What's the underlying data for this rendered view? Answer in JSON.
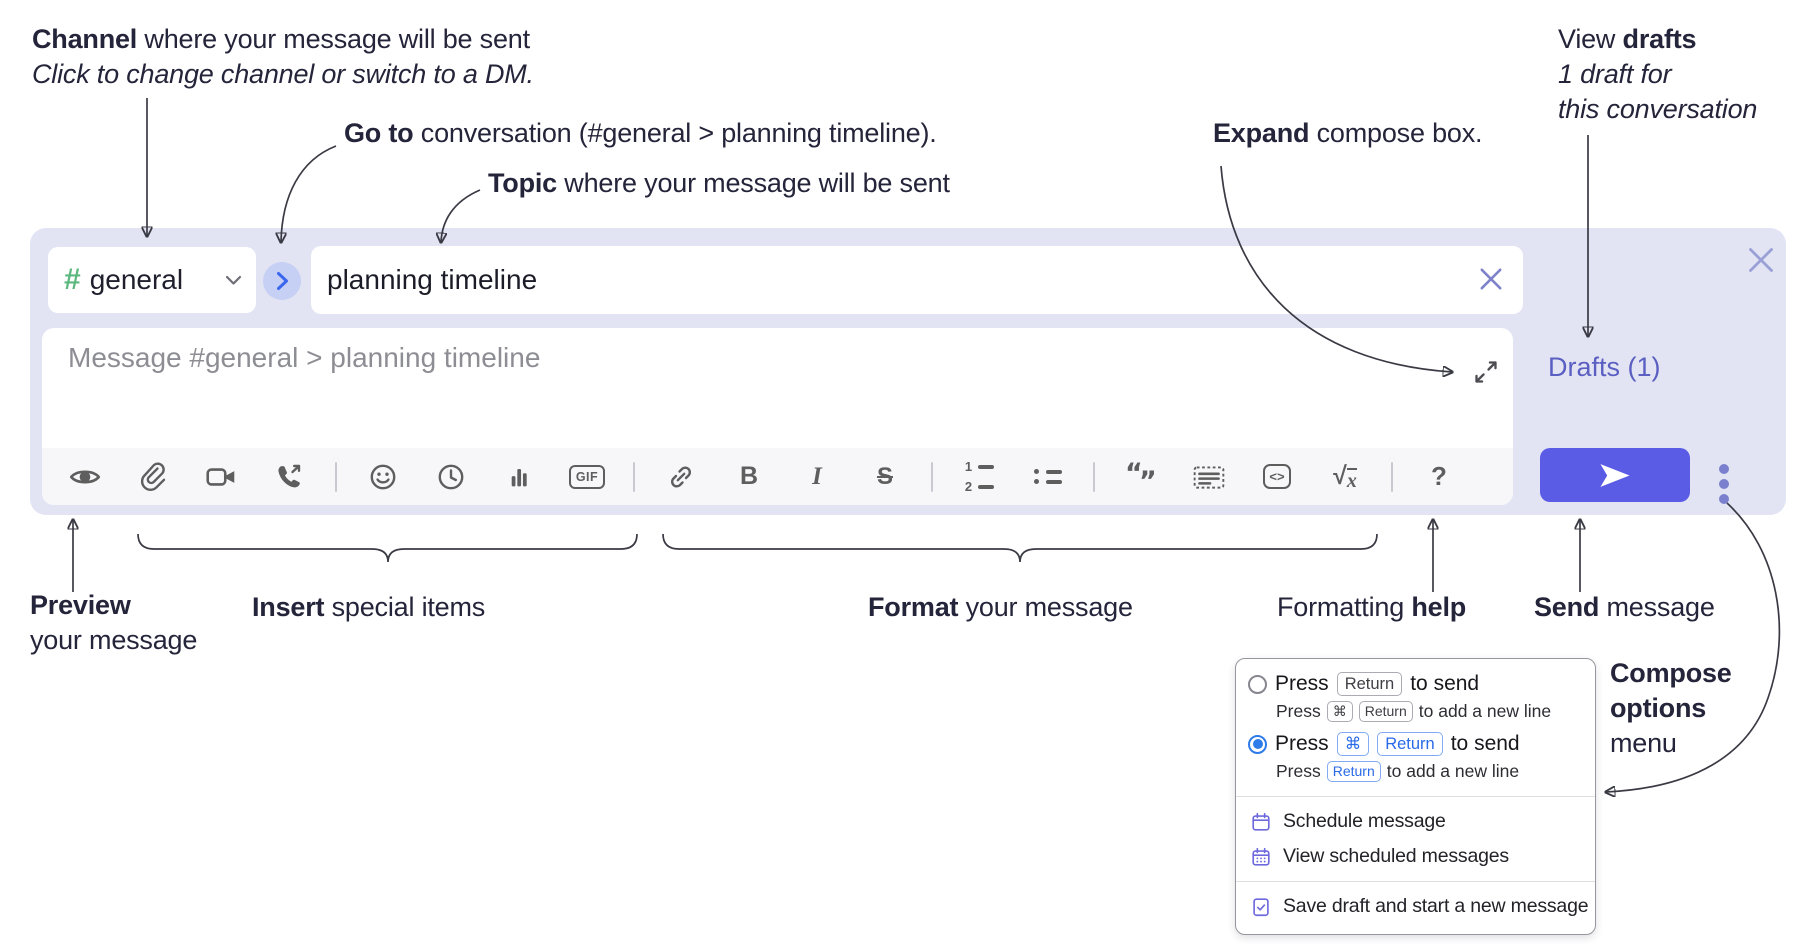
{
  "colors": {
    "compose_bg": "#e2e4f4",
    "toolbar_bg": "#f7f7f9",
    "send_button": "#5b5ce6",
    "drafts_link": "#5a5fc1",
    "hash_green": "#5cb87f",
    "goto_circle_bg": "#c6cff4",
    "goto_chevron_blue": "#3b66ee",
    "radio_selected_blue": "#2e7cea",
    "menu_icon_purple": "#6e6ade",
    "toolbar_icon_gray": "#5e5e5e",
    "annotation_text": "#24243a"
  },
  "annotations": {
    "channel": {
      "bold": "Channel",
      "rest": " where your message will be sent",
      "sub": "Click to change channel or switch to a DM."
    },
    "goto": {
      "bold": "Go to",
      "rest": " conversation (#general > planning timeline)."
    },
    "topic": {
      "bold": "Topic",
      "rest": " where your message will be sent"
    },
    "expand": {
      "bold": "Expand",
      "rest": " compose box."
    },
    "view_drafts": {
      "pre": "View ",
      "bold": "drafts",
      "line2": "1 draft for",
      "line3": "this conversation"
    },
    "preview": {
      "bold": "Preview",
      "line2": "your message"
    },
    "insert": {
      "bold": "Insert",
      "rest": " special items"
    },
    "format": {
      "bold": "Format",
      "rest": " your message"
    },
    "help": {
      "pre": "Formatting ",
      "bold": "help"
    },
    "send": {
      "bold": "Send",
      "rest": " message"
    },
    "compose_options": {
      "line1": "Compose",
      "line2": "options",
      "line3": "menu"
    }
  },
  "compose": {
    "hash": "#",
    "channel_name": "general",
    "topic_value": "planning timeline",
    "message_placeholder": "Message #general > planning timeline",
    "drafts_link": "Drafts (1)"
  },
  "toolbar": {
    "gif": "GIF",
    "bold": "B",
    "italic": "I",
    "strike": "S",
    "ol_num1": "1",
    "ol_num2": "2",
    "quote_open": "“",
    "quote_close": "”",
    "code": "<>",
    "sqrt": "√",
    "sqrt_var": "x",
    "help": "?"
  },
  "popup": {
    "opt1": {
      "press": "Press",
      "key_return": "Return",
      "after": "to send",
      "sub_press": "Press",
      "sub_key_cmd": "⌘",
      "sub_key_return": "Return",
      "sub_after": "to add a new line"
    },
    "opt2": {
      "press": "Press",
      "key_cmd": "⌘",
      "key_return": "Return",
      "after": "to send",
      "sub_press": "Press",
      "sub_key_return": "Return",
      "sub_after": "to add a new line"
    },
    "items": {
      "schedule": "Schedule message",
      "view_scheduled": "View scheduled messages",
      "save_draft": "Save draft and start a new message"
    }
  }
}
